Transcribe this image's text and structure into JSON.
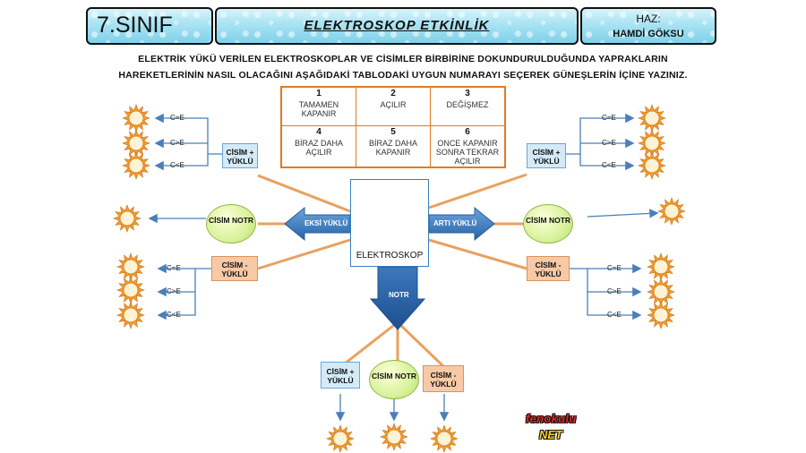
{
  "header": {
    "grade": "7.SINIF",
    "title": "ELEKTROSKOP ETKİNLİK",
    "author_label": "HAZ:",
    "author_name": "HAMDİ GÖKSU"
  },
  "instructions": {
    "line1": "ELEKTRİK YÜKÜ VERİLEN ELEKTROSKOPLAR VE CİSİMLER BİRBİRİNE DOKUNDURULDUĞUNDA YAPRAKLARIN",
    "line2": "HAREKETLERİNİN NASIL OLACAĞINI AŞAĞIDAKİ TABLODAKİ UYGUN NUMARAYI SEÇEREK GÜNEŞLERİN İÇİNE YAZINIZ."
  },
  "options": [
    {
      "num": "1",
      "text": "TAMAMEN KAPANIR"
    },
    {
      "num": "2",
      "text": "AÇILIR"
    },
    {
      "num": "3",
      "text": "DEĞİŞMEZ"
    },
    {
      "num": "4",
      "text": "BİRAZ DAHA AÇILIR"
    },
    {
      "num": "5",
      "text": "BİRAZ DAHA KAPANIR"
    },
    {
      "num": "6",
      "text": "ONCE KAPANIR SONRA TEKRAR AÇILIR"
    }
  ],
  "center": {
    "label": "ELEKTROSKOP"
  },
  "arrows": {
    "left": "EKSİ YÜKLÜ",
    "right": "ARTI YÜKLÜ",
    "down": "NOTR"
  },
  "bodies": {
    "plus": "CİSİM + YÜKLÜ",
    "minus": "CİSİM - YÜKLÜ",
    "neutral": "CİSİM NOTR"
  },
  "comparisons": {
    "eq": "C=E",
    "gt": "C>E",
    "lt": "C<E"
  },
  "logo": {
    "top": "fenokulu",
    "bottom": "NET"
  },
  "colors": {
    "arrow_blue": "#3f7fc4",
    "connector_orange": "#e8a15e",
    "sun_orange": "#f39a2e",
    "table_border": "#e07b22"
  }
}
